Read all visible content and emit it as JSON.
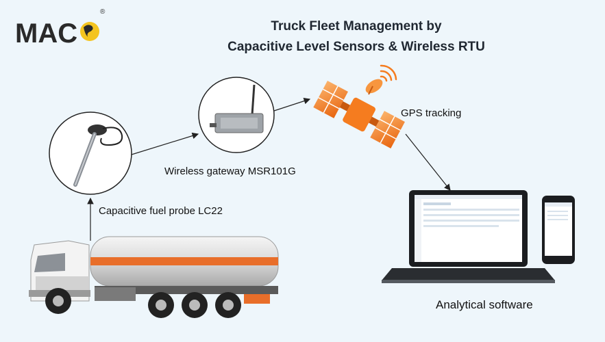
{
  "logo": {
    "text": "MAC",
    "registered_mark": "®"
  },
  "title": {
    "line1": "Truck Fleet Management by",
    "line2": "Capacitive Level Sensors & Wireless RTU"
  },
  "labels": {
    "probe": "Capacitive fuel probe LC22",
    "gateway": "Wireless gateway MSR101G",
    "gps": "GPS tracking",
    "software": "Analytical software"
  },
  "colors": {
    "background": "#eef6fb",
    "satellite_orange": "#f57c1f",
    "tanker_stripe": "#e86e2a",
    "title_text": "#1f2731"
  },
  "icons": [
    "fuel-probe-icon",
    "gateway-device-icon",
    "satellite-icon",
    "laptop-icon",
    "smartphone-icon",
    "tanker-truck-icon"
  ]
}
